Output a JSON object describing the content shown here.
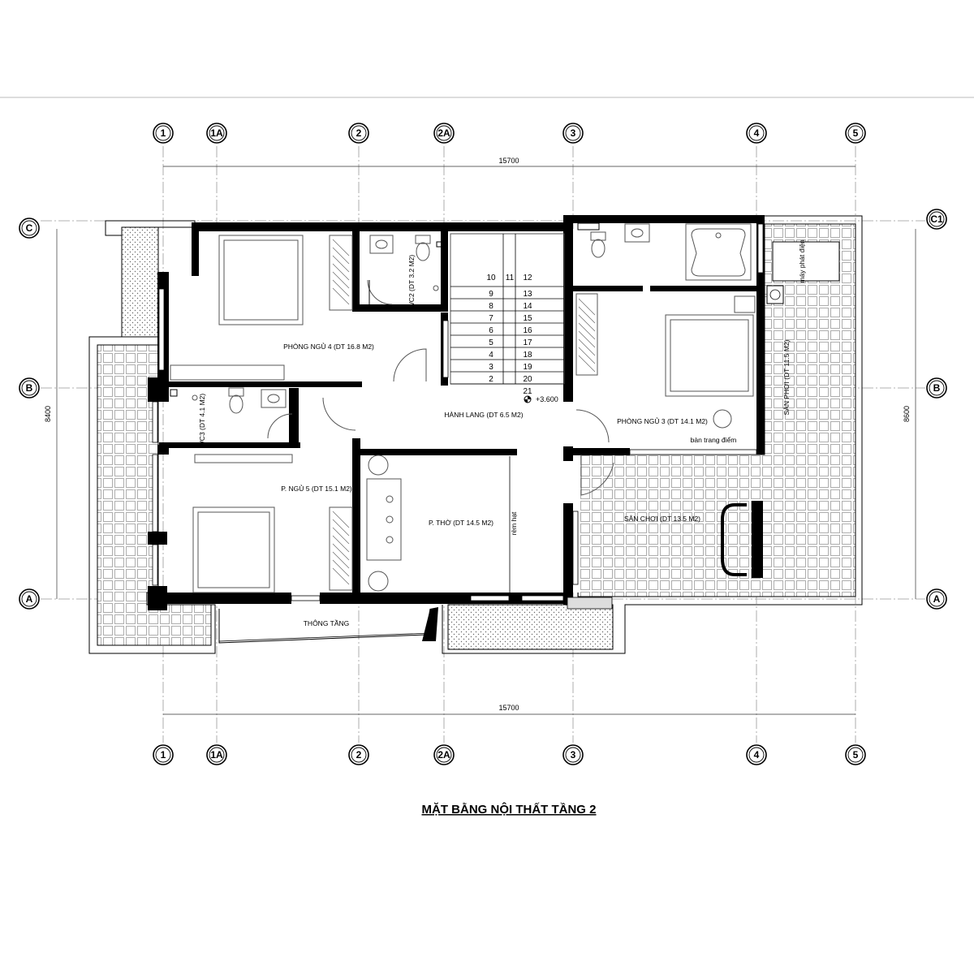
{
  "title": "MẶT BẰNG NỘI THẤT TẦNG 2",
  "grid": {
    "columns": [
      "1",
      "1A",
      "2",
      "2A",
      "3",
      "4",
      "5"
    ],
    "rows": [
      "C",
      "C1",
      "B",
      "A"
    ]
  },
  "dimensions": {
    "top_width": "15700",
    "bottom_width": "15700",
    "left_height": "8400",
    "right_height": "8600"
  },
  "rooms": {
    "bedroom4": "PHÒNG NGỦ 4 (DT 16.8 M2)",
    "wc2": "WC2 (DT 3.2 M2)",
    "wc3": "WC3 (DT 4.1 M2)",
    "corridor": "HÀNH LANG  (DT 6.5 M2)",
    "bedroom5": "P. NGỦ 5 (DT 15.1 M2)",
    "worship": "P. THỜ  (DT 14.5 M2)",
    "bedroom3": "PHÒNG NGỦ 3  (DT 14.1 M2)",
    "dresser": "bàn trang điểm",
    "drying_yard": "SÂN PHƠI  (DT 11.5 M2)",
    "generator": "máy phát điện",
    "playground": "SÂN CHƠI  (DT 13.5 M2)",
    "void": "THÔNG TẦNG",
    "curtain": "rèm hạt"
  },
  "level_mark": "+3.600",
  "stairs": {
    "left": [
      "10",
      "9",
      "8",
      "7",
      "6",
      "5",
      "4",
      "3",
      "2"
    ],
    "mid": "11",
    "right": [
      "12",
      "13",
      "14",
      "15",
      "16",
      "17",
      "18",
      "19",
      "20",
      "21"
    ]
  }
}
